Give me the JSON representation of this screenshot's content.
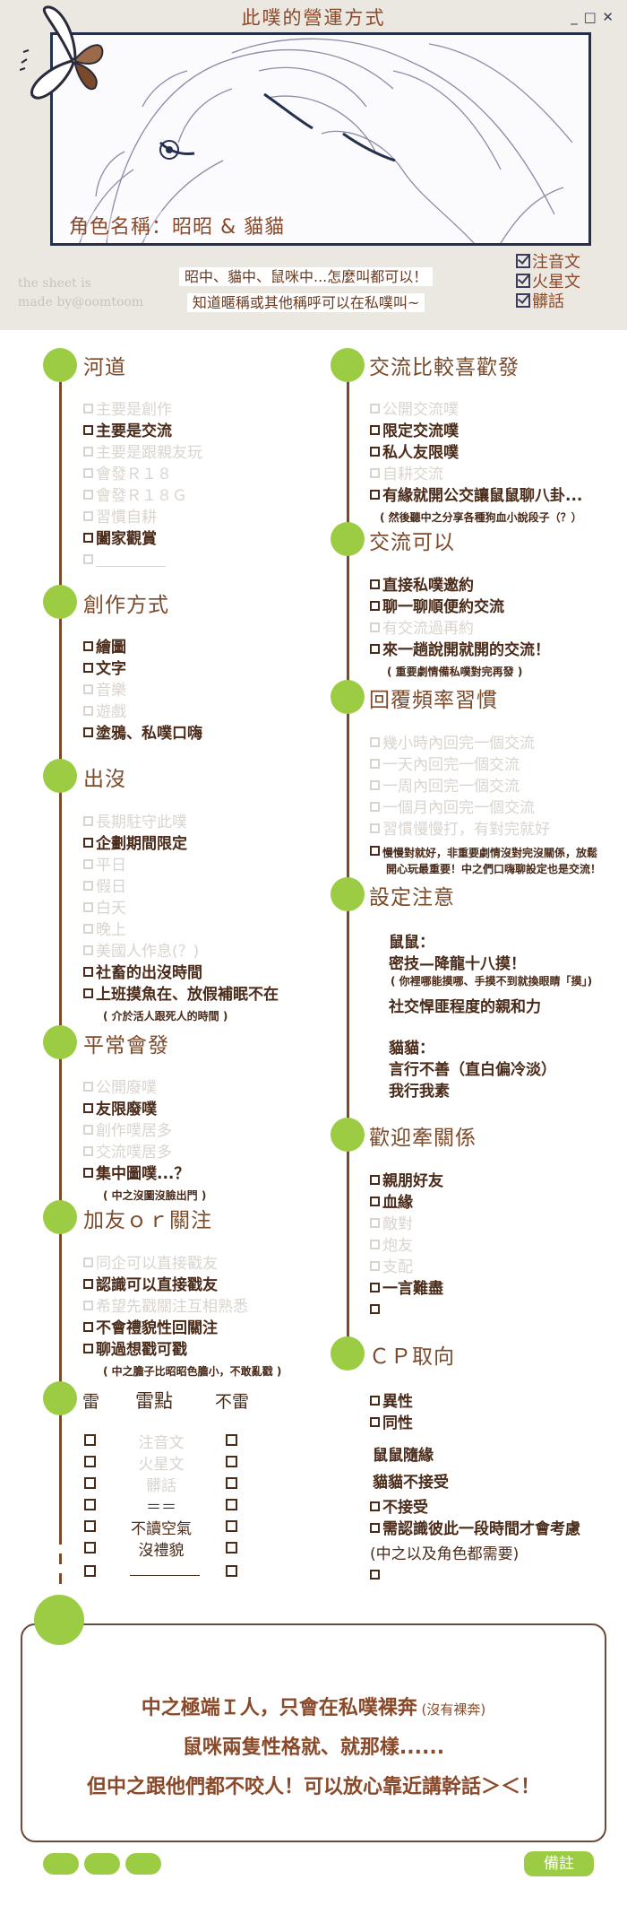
{
  "colors": {
    "accent_green": "#9ccc44",
    "line_brown": "#7a4a2a",
    "text_dark": "#4a2a18",
    "faded": "#d9d4ce",
    "frame_navy": "#25304f"
  },
  "header": {
    "title": "此噗的營運方式",
    "window_controls": "_ □ ✕",
    "character_name": "角色名稱：昭昭 & 貓貓",
    "credit_line1": "the sheet is",
    "credit_line2": "made by@oomtoom",
    "note_line1": "昭中、貓中、鼠咪中...怎麼叫都可以！",
    "note_line2": "知道暱稱或其他稱呼可以在私噗叫~",
    "langs": [
      "注音文",
      "火星文",
      "髒話"
    ]
  },
  "left": {
    "s1": {
      "title": "河道",
      "items": [
        "主要是創作",
        "主要是交流",
        "主要是跟親友玩",
        "會發Ｒ１８",
        "會發Ｒ１８Ｇ",
        "習慣自耕",
        "闔家觀賞"
      ]
    },
    "s2": {
      "title": "創作方式",
      "items": [
        "繪圖",
        "文字",
        "音樂",
        "遊戲",
        "塗鴉、私噗口嗨"
      ]
    },
    "s3": {
      "title": "出沒",
      "items": [
        "長期駐守此噗",
        "企劃期間限定",
        "平日",
        "假日",
        "白天",
        "晚上",
        "美國人作息(？)",
        "社畜的出沒時間",
        "上班摸魚在、放假補眠不在"
      ],
      "sub": "( 介於活人跟死人的時間 )"
    },
    "s4": {
      "title": "平常會發",
      "items": [
        "公開廢噗",
        "友限廢噗",
        "創作噗居多",
        "交流噗居多",
        "集中圖噗...？"
      ],
      "sub": "( 中之沒圖沒臉出門 )"
    },
    "s5": {
      "title": "加友ｏｒ關注",
      "items": [
        "同企可以直接戳友",
        "認識可以直接戳友",
        "希望先戳關注互相熟悉",
        "不會禮貌性回關注",
        "聊過想戳可戳"
      ],
      "sub": "( 中之膽子比昭昭色膽小，不敢亂戳 )"
    },
    "s6": {
      "head_left": "雷",
      "head_mid": "雷點",
      "head_right": "不雷",
      "rows": [
        "注音文",
        "火星文",
        "髒話",
        "＝＝",
        "不讀空氣",
        "沒禮貌"
      ]
    }
  },
  "right": {
    "s1": {
      "title": "交流比較喜歡發",
      "items": [
        "公開交流噗",
        "限定交流噗",
        "私人友限噗",
        "自耕交流",
        "有緣就開公交讓鼠鼠聊八卦..."
      ],
      "sub": "( 然後聽中之分享各種狗血小說段子（？）"
    },
    "s2": {
      "title": "交流可以",
      "items": [
        "直接私噗邀約",
        "聊一聊順便約交流",
        "有交流過再約",
        "來一趟說開就開的交流！"
      ],
      "sub": "( 重要劇情備私噗對完再發 )"
    },
    "s3": {
      "title": "回覆頻率習慣",
      "items": [
        "幾小時內回完一個交流",
        "一天內回完一個交流",
        "一周內回完一個交流",
        "一個月內回完一個交流",
        "習慣慢慢打，有對完就好",
        "慢慢對就好，非重要劇情沒對完沒關係，放鬆"
      ],
      "extra": "開心玩最重要！中之們口嗨聊設定也是交流！"
    },
    "s4": {
      "title": "設定注意",
      "lines": [
        "鼠鼠：",
        "密技—降龍十八摸！",
        "( 你裡哪能摸哪、手摸不到就換眼睛「摸」)",
        "社交悍匪程度的親和力",
        "貓貓：",
        "言行不善（直白偏冷淡）",
        "我行我素"
      ]
    },
    "s5": {
      "title": "歡迎牽關係",
      "items": [
        "親朋好友",
        "血緣",
        "敵對",
        "炮友",
        "支配",
        "一言難盡"
      ]
    },
    "s6": {
      "title": "ＣＰ取向",
      "items": [
        "異性",
        "同性"
      ],
      "t1": "鼠鼠隨緣",
      "t2": "貓貓不接受",
      "items2": [
        "不接受",
        "需認識彼此一段時間才會考慮"
      ],
      "t3": "(中之以及角色都需要)"
    }
  },
  "notebox": {
    "line1": "中之極端Ｉ人，只會在私噗裸奔",
    "line1_small": " (沒有裸奔)",
    "line2": "鼠咪兩隻性格就、就那樣......",
    "line3": "但中之跟他們都不咬人！可以放心靠近講幹話＞＜！"
  },
  "footer": {
    "remark": "備註"
  }
}
